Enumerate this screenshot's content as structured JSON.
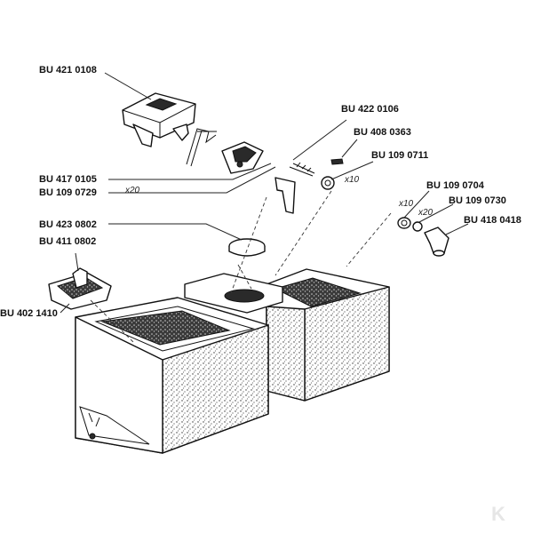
{
  "parts": [
    {
      "id": "bu-421-0108",
      "code": "BU 421 0108"
    },
    {
      "id": "bu-422-0106",
      "code": "BU 422 0106"
    },
    {
      "id": "bu-408-0363",
      "code": "BU 408 0363"
    },
    {
      "id": "bu-109-0711",
      "code": "BU 109 0711"
    },
    {
      "id": "bu-417-0105",
      "code": "BU 417 0105"
    },
    {
      "id": "bu-109-0729",
      "code": "BU 109 0729"
    },
    {
      "id": "bu-109-0704",
      "code": "BU 109 0704"
    },
    {
      "id": "bu-109-0730",
      "code": "BU 109 0730"
    },
    {
      "id": "bu-418-0418",
      "code": "BU 418 0418"
    },
    {
      "id": "bu-423-0802",
      "code": "BU 423 0802"
    },
    {
      "id": "bu-411-0802",
      "code": "BU 411 0802"
    },
    {
      "id": "bu-402-1410",
      "code": "BU 402 1410"
    }
  ],
  "quantities": {
    "q_109_0729": "x20",
    "q_109_0711": "x10",
    "q_109_0704": "x10",
    "q_109_0730": "x20"
  },
  "logo": {
    "text": "K",
    "color": "#e6e6e6"
  }
}
